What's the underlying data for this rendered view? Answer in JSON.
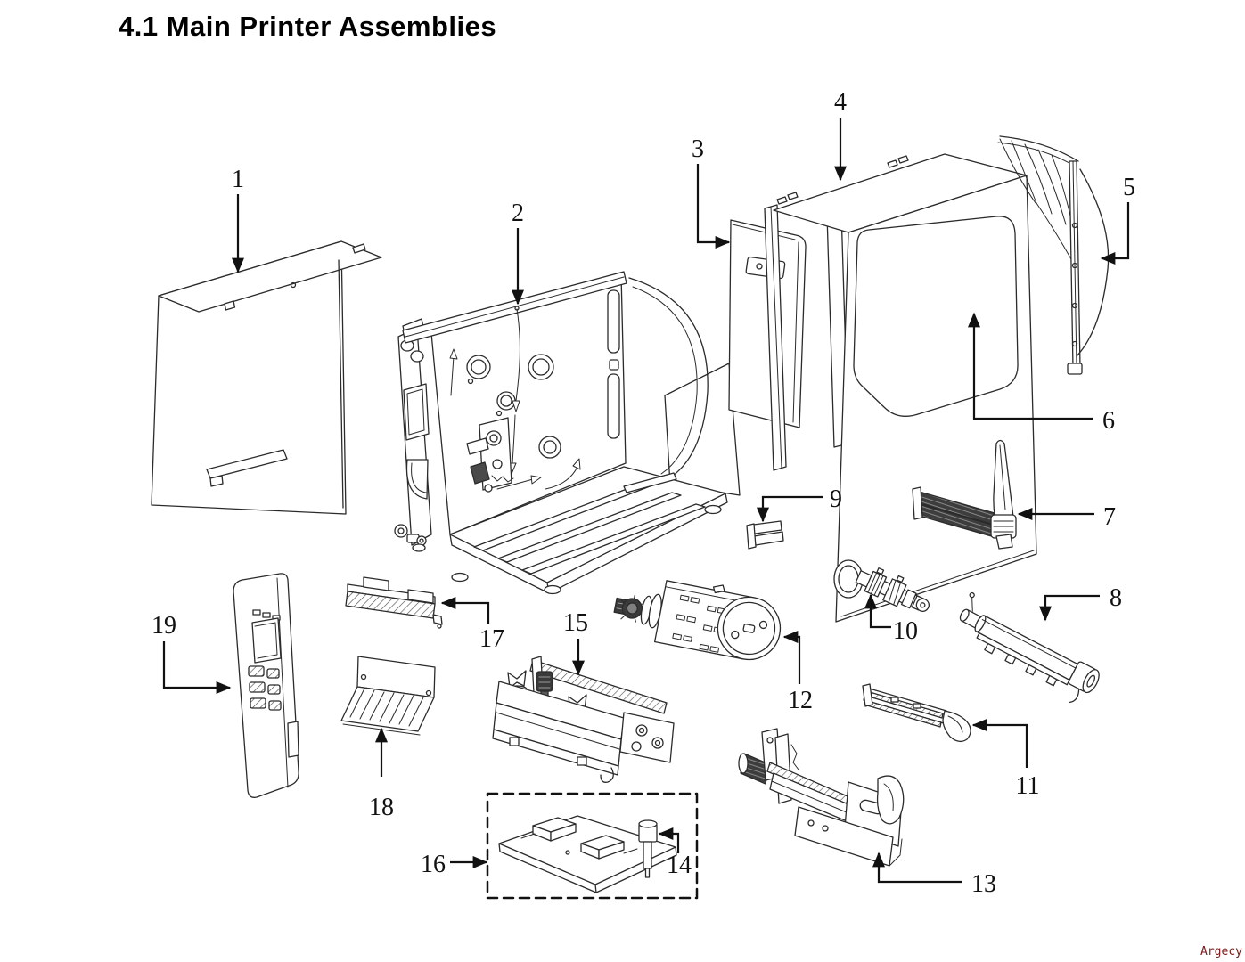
{
  "page": {
    "title": "4.1 Main Printer Assemblies",
    "watermark": "Argecy",
    "colors": {
      "ink": "#1a1a1a",
      "watermark": "#7a1b1b",
      "paper": "#ffffff"
    }
  },
  "diagram": {
    "type": "exploded-parts-diagram",
    "callouts": [
      "1",
      "2",
      "3",
      "4",
      "5",
      "6",
      "7",
      "8",
      "9",
      "10",
      "11",
      "12",
      "13",
      "14",
      "15",
      "16",
      "17",
      "18",
      "19"
    ]
  }
}
